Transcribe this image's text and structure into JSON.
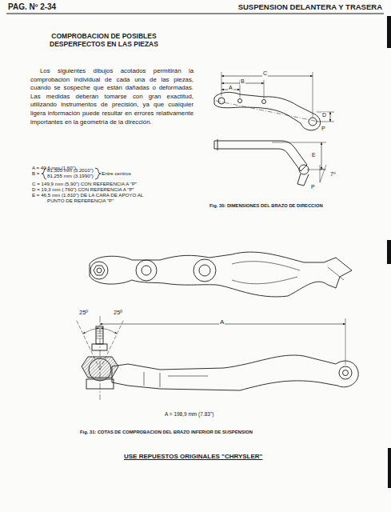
{
  "diagram": {
    "title": "COMPROBACION DE POSIBLES DESPERFECTOS EN LAS PIEZAS",
    "labels": [
      "PAG. Nº 2-34",
      "SUSPENSION DELANTERA Y TRASERA",
      "Los siguientes dibujos acotados permitirán la comprobación individual de cada una de las piezas, cuando se sospeche que están dañadas o deformadas. Las medidas deberán tomarse con gran exactitud, utilizando instrumentos de precisión, ya que cualquier ligera información puede resultar en errores relativamente importantes en la geometría de la dirección.",
      "A = 40,6 mm (1.60\")",
      "B =",
      "81,305 mm (3.2010\")",
      "81,255 mm (3.1990\")",
      "Entre centros",
      "C = 149,9 mm (5.90\") CON REFERENCIA A \"P\"",
      "D = 19,3 mm (.760\") CON REFERENCIA A \"P\"",
      "E = 46,5 mm (1.810\") DE LA CARA DE APOYO AL PUNTO DE REFERENCIA \"P\"",
      "C",
      "B",
      "A",
      "D",
      "P",
      "E",
      "P",
      "7º",
      "Fig. 30: DIMENSIONES DEL BRAZO DE DIRECCION",
      "25º",
      "25º",
      "A",
      "A = 198,9 mm (7.83\")",
      "Fig. 31: COTAS DE COMPROBACION DEL BRAZO INFERIOR DE SUSPENSION",
      "USE REPUESTOS ORIGINALES \"CHRYSLER\""
    ]
  }
}
